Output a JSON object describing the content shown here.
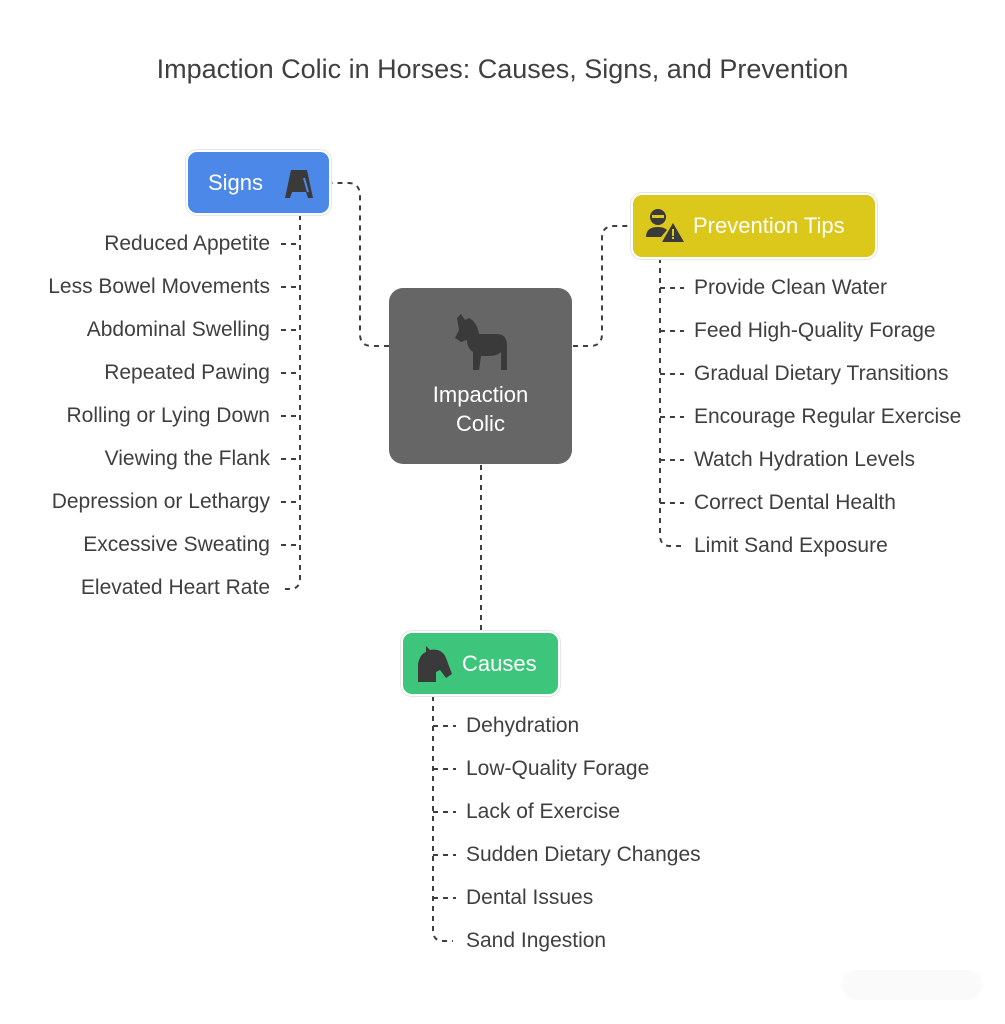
{
  "title": "Impaction Colic in Horses: Causes, Signs, and Prevention",
  "center": {
    "line1": "Impaction",
    "line2": "Colic",
    "icon": "horse-icon"
  },
  "signs": {
    "label": "Signs",
    "icon": "sandwich-board-sign-icon",
    "color": "#4c88e8",
    "items": [
      "Reduced Appetite",
      "Less Bowel Movements",
      "Abdominal Swelling",
      "Repeated Pawing",
      "Rolling or Lying Down",
      "Viewing the Flank",
      "Depression or Lethargy",
      "Excessive Sweating",
      "Elevated Heart Rate"
    ]
  },
  "prevention": {
    "label": "Prevention Tips",
    "icon": "person-warning-icon",
    "color": "#dcc71b",
    "items": [
      "Provide Clean Water",
      "Feed High-Quality Forage",
      "Gradual Dietary Transitions",
      "Encourage Regular Exercise",
      "Watch Hydration Levels",
      "Correct Dental Health",
      "Limit Sand Exposure"
    ]
  },
  "causes": {
    "label": "Causes",
    "icon": "horse-head-icon",
    "color": "#3dc57c",
    "items": [
      "Dehydration",
      "Low-Quality Forage",
      "Lack of Exercise",
      "Sudden Dietary Changes",
      "Dental Issues",
      "Sand Ingestion"
    ]
  }
}
